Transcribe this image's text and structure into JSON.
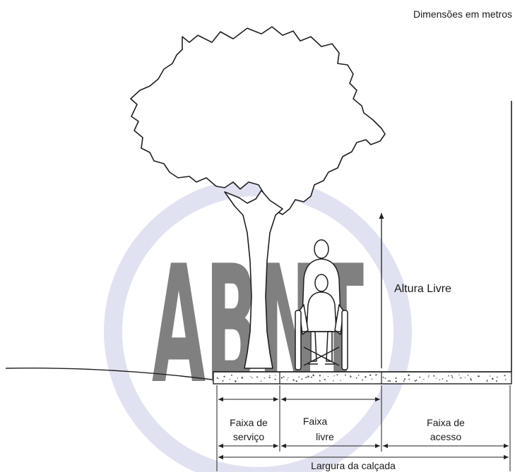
{
  "header": {
    "units_note": "Dimensões em metros"
  },
  "labels": {
    "free_height": "Altura Livre",
    "sidewalk_width": "Largura da calçada"
  },
  "strips": [
    {
      "line1": "Faixa de",
      "line2": "serviço"
    },
    {
      "line1": "Faixa",
      "line2": "livre"
    },
    {
      "line1": "Faixa de",
      "line2": "acesso"
    }
  ],
  "watermark": {
    "text": "ABNT",
    "color": "#c9cbe6"
  },
  "colors": {
    "line": "#1f1f1f",
    "paving_dots": "#555555"
  }
}
